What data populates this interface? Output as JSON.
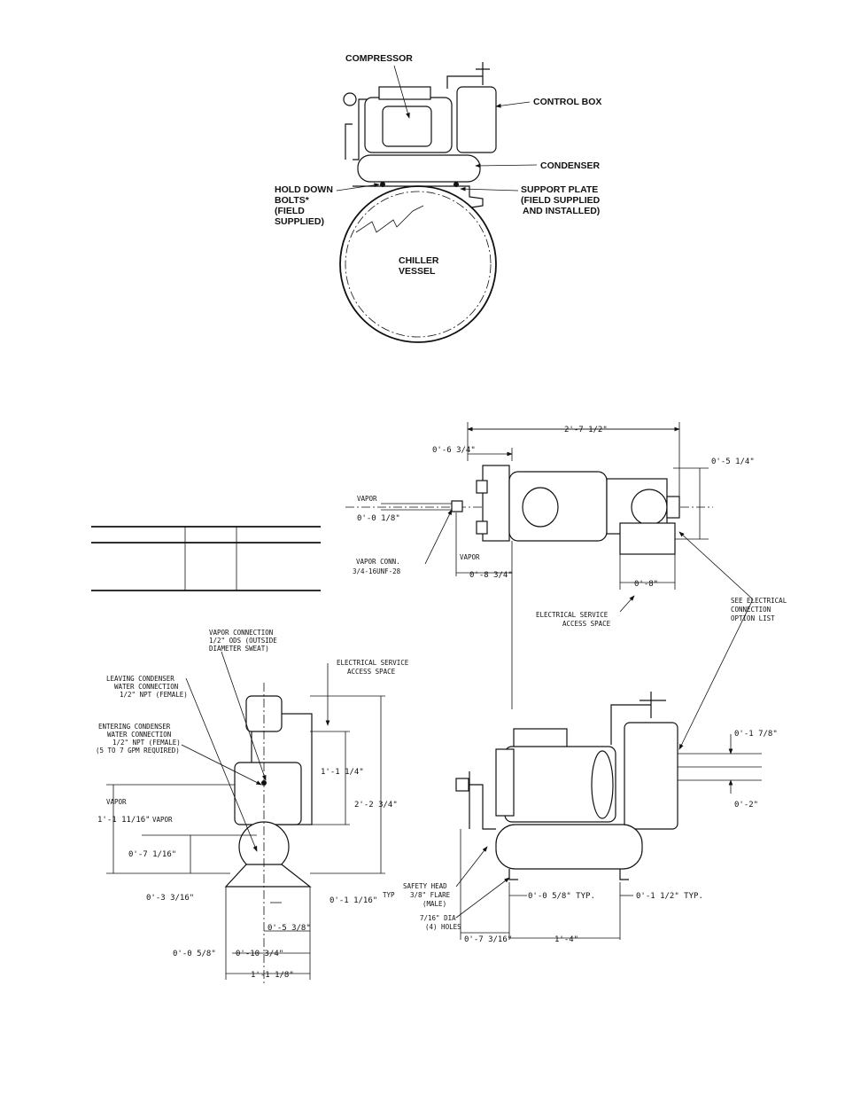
{
  "top_figure": {
    "compressor": "COMPRESSOR",
    "control_box": "CONTROL BOX",
    "condenser": "CONDENSER",
    "hold_down": [
      "HOLD DOWN",
      "BOLTS*",
      "(FIELD",
      "SUPPLIED)"
    ],
    "support_plate": [
      "SUPPORT PLATE",
      "(FIELD SUPPLIED",
      "AND INSTALLED)"
    ],
    "chiller_vessel": [
      "CHILLER",
      "VESSEL"
    ]
  },
  "plan_view": {
    "overall_width": "2'-7 1/2\"",
    "dim_6_3_4": "0'-6 3/4\"",
    "dim_5_1_4": "0'-5 1/4\"",
    "vapor": "VAPOR",
    "dim_0_1_8": "0'-0 1/8\"",
    "vapor_conn": [
      "VAPOR CONN.",
      "3/4-16UNF-28"
    ],
    "vapor_cl": "VAPOR",
    "dim_8_3_4": "0'-8 3/4\"",
    "dim_8": "0'-8\"",
    "elec_access": [
      "ELECTRICAL SERVICE",
      "ACCESS SPACE"
    ],
    "see_elec": [
      "SEE ELECTRICAL",
      "CONNECTION",
      "OPTION LIST"
    ]
  },
  "end_view": {
    "vapor_connection": [
      "VAPOR CONNECTION",
      "1/2\" ODS (OUTSIDE",
      "DIAMETER SWEAT)"
    ],
    "leaving": [
      "LEAVING CONDENSER",
      "WATER CONNECTION",
      "1/2\" NPT (FEMALE)"
    ],
    "entering": [
      "ENTERING CONDENSER",
      "WATER CONNECTION",
      "1/2\" NPT (FEMALE)",
      "(5 TO 7 GPM REQUIRED)"
    ],
    "elec_access": [
      "ELECTRICAL SERVICE",
      "ACCESS SPACE"
    ],
    "dim_1_1_4": "1'-1 1/4\"",
    "dim_2_2_3_4": "2'-2 3/4\"",
    "vapor_top": "VAPOR",
    "dim_1_11_16": "1'-1 11/16\"",
    "vapor_mid": "VAPOR",
    "dim_7_1_16": "0'-7 1/16\"",
    "dim_3_3_16": "0'-3 3/16\"",
    "dim_1_1_16": "0'-1 1/16\"",
    "typ": "TYP",
    "dim_5_3_8": "0'-5 3/8\"",
    "dim_0_5_8": "0'-0 5/8\"",
    "dim_10_3_4": "0'-10 3/4\"",
    "dim_1_1_8": "1'-1 1/8\""
  },
  "side_view": {
    "dim_1_7_8": "0'-1 7/8\"",
    "dim_2": "0'-2\"",
    "safety_head": [
      "SAFETY HEAD",
      "3/8\" FLARE",
      "(MALE)"
    ],
    "holes": [
      "7/16\" DIA",
      "(4) HOLES"
    ],
    "dim_0_5_8_typ": "0'-0 5/8\" TYP.",
    "dim_1_1_2_typ": "0'-1 1/2\" TYP.",
    "dim_7_3_16": "0'-7 3/16\"",
    "dim_1_4": "1'-4\""
  }
}
